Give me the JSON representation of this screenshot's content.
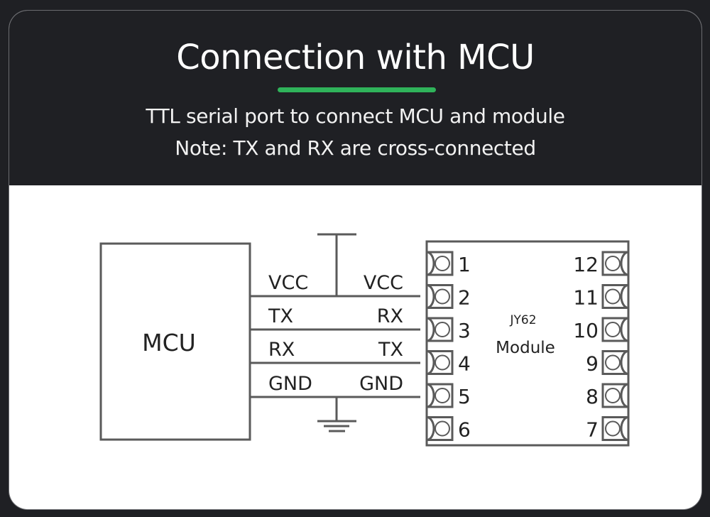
{
  "header": {
    "title": "Connection with MCU",
    "subtitle_line1": "TTL serial port to connect MCU and module",
    "subtitle_line2": "Note: TX and RX are cross-connected",
    "accent_color": "#2fb35a"
  },
  "diagram": {
    "mcu_label": "MCU",
    "module_name": "JY62",
    "module_label": "Module",
    "wires": [
      {
        "mcu_pin": "VCC",
        "module_pin": "VCC",
        "module_pin_number": "2"
      },
      {
        "mcu_pin": "TX",
        "module_pin": "RX",
        "module_pin_number": "3"
      },
      {
        "mcu_pin": "RX",
        "module_pin": "TX",
        "module_pin_number": "4"
      },
      {
        "mcu_pin": "GND",
        "module_pin": "GND",
        "module_pin_number": "5"
      }
    ],
    "left_pins": [
      "1",
      "2",
      "3",
      "4",
      "5",
      "6"
    ],
    "right_pins": [
      "12",
      "11",
      "10",
      "9",
      "8",
      "7"
    ],
    "power_symbol": "vcc-supply-icon",
    "ground_symbol": "ground-icon"
  }
}
